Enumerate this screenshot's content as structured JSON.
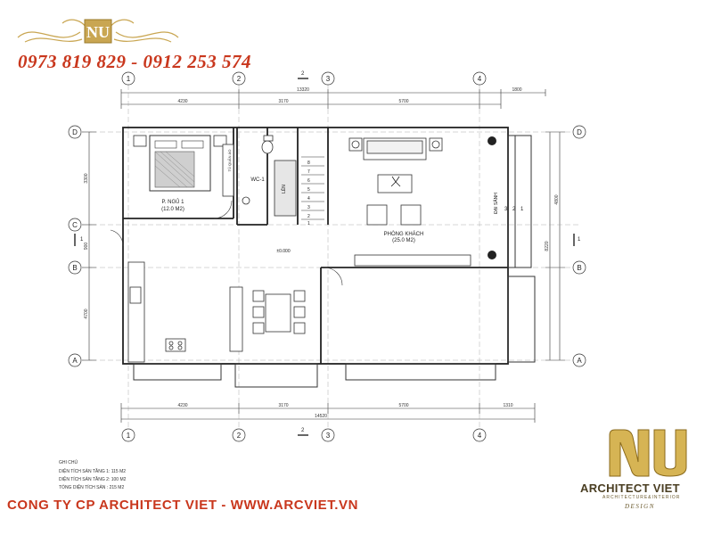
{
  "header": {
    "logo_text": "NU",
    "phone": "0973 819 829 - 0912 253 574"
  },
  "footer": {
    "company": "CONG TY CP ARCHITECT VIET - WWW.ARCVIET.VN",
    "brand_name": "ARCHITECT VIET",
    "brand_tagline": "ARCHITECTURE&INTERIOR",
    "brand_design": "DESIGN"
  },
  "notes": {
    "title": "GHI CHÚ",
    "lines": [
      "DIỆN TÍCH SÀN TẦNG 1: 115 M2",
      "DIỆN TÍCH SÀN TẦNG 2: 100 M2",
      "TỔNG DIỆN TÍCH SÀN : 215 M2"
    ]
  },
  "grid": {
    "columns": [
      "1",
      "2",
      "3",
      "4"
    ],
    "rows": [
      "D",
      "C",
      "B",
      "A"
    ]
  },
  "dimensions": {
    "top_total": "13320",
    "top_right": "1800",
    "top_segments": [
      "4230",
      "3170",
      "5700"
    ],
    "bottom_segments": [
      "4230",
      "3170",
      "5700",
      "1310"
    ],
    "bottom_total": "14520",
    "left_vertical": [
      "3300",
      "900",
      "4700"
    ],
    "right_vertical": [
      "4800",
      "8220"
    ]
  },
  "rooms": {
    "bedroom_name": "P. NGỦ 1",
    "bedroom_area": "(12.0 M2)",
    "wc": "WC-1",
    "wardrobe": "TỦ QUẦN ÁO",
    "living_name": "PHÒNG KHÁCH",
    "living_area": "(25.0 M2)",
    "stair_label": "LÊN",
    "porch_label": "ĐẠI SẢNH",
    "level": "±0.000",
    "stair_steps": [
      "8",
      "7",
      "6",
      "5",
      "4",
      "3",
      "2",
      "1"
    ],
    "porch_steps": [
      "3",
      "2",
      "1"
    ]
  },
  "sections": {
    "section_1": "1",
    "section_2": "2"
  },
  "colors": {
    "accent_red": "#c9371d",
    "gold": "#b9973e",
    "line": "#333333"
  }
}
